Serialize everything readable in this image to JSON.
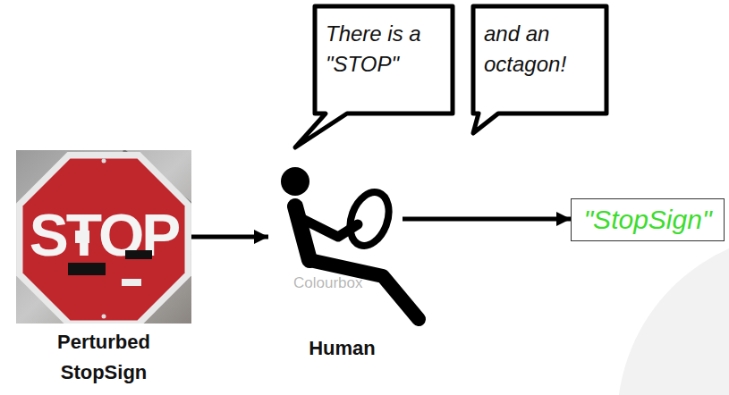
{
  "diagram": {
    "nodes": [
      {
        "text": [
          "There is a \"STOP\""
        ]
      },
      {
        "text": [
          "and an octagon!"
        ]
      },
      {
        "text": [
          "STOP",
          "Perturbed StopSign"
        ]
      },
      {
        "text": [
          "Human"
        ]
      },
      {
        "text": [
          "\"StopSign\""
        ]
      }
    ],
    "edges": [
      {
        "from": 2,
        "to": 3,
        "arrow": "to"
      },
      {
        "from": 3,
        "to": 4,
        "arrow": "to"
      }
    ],
    "labels": [
      "Colourbox"
    ]
  }
}
